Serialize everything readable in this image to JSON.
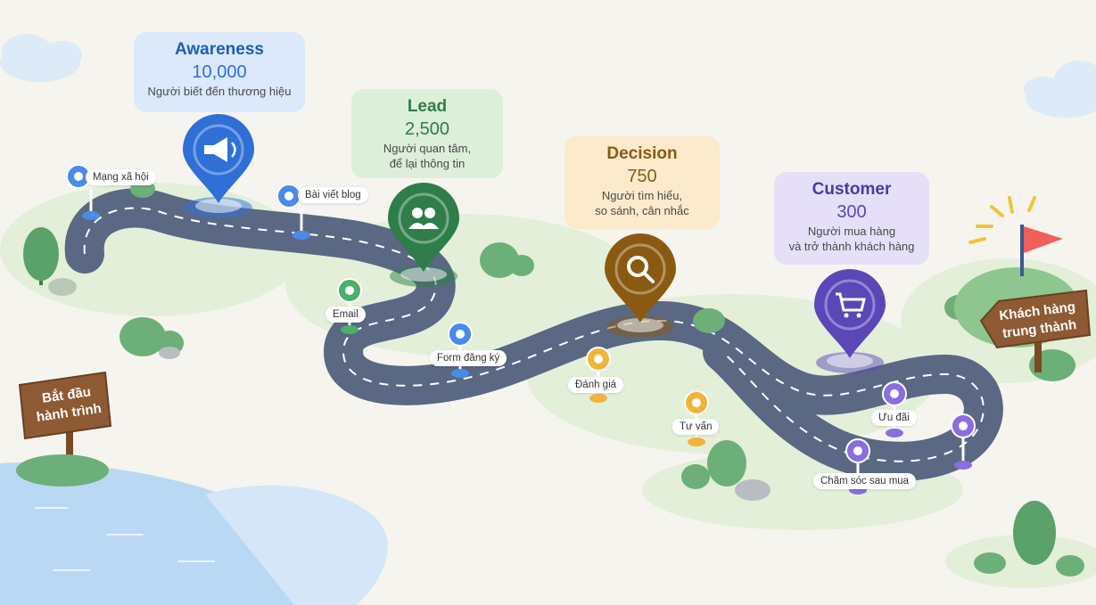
{
  "stages": [
    {
      "title": "Awareness",
      "value": "10,000",
      "desc": [
        "Người biết đến thương hiệu"
      ],
      "color": "#2f6fd6",
      "bg": "#dbe9fb",
      "icon": "megaphone-icon"
    },
    {
      "title": "Lead",
      "value": "2,500",
      "desc": [
        "Người quan tâm,",
        "để lại thông tin"
      ],
      "color": "#2e7d4a",
      "bg": "#dcefd9",
      "icon": "users-icon"
    },
    {
      "title": "Decision",
      "value": "750",
      "desc": [
        "Người tìm hiểu,",
        "so sánh, cân nhắc"
      ],
      "color": "#8a5a12",
      "bg": "#fbeacb",
      "icon": "search-icon"
    },
    {
      "title": "Customer",
      "value": "300",
      "desc": [
        "Người mua hàng",
        "và trở thành khách hàng"
      ],
      "color": "#5b47b8",
      "bg": "#e5e0f7",
      "icon": "cart-icon"
    }
  ],
  "touchpoints": [
    {
      "label": "Mạng xã hội",
      "icon": "social-group-icon"
    },
    {
      "label": "Bài viết blog",
      "icon": "document-icon"
    },
    {
      "label": "Email",
      "icon": "email-icon"
    },
    {
      "label": "Form đăng ký",
      "icon": "form-icon"
    },
    {
      "label": "Đánh giá",
      "icon": "star-icon"
    },
    {
      "label": "Tư vấn",
      "icon": "chat-icon"
    },
    {
      "label": "Ưu đãi",
      "icon": "heart-icon"
    },
    {
      "label": "Chăm sóc sau mua",
      "icon": "user-support-icon"
    }
  ],
  "signs": {
    "start": [
      "Bắt đầu",
      "hành trình"
    ],
    "end": [
      "Khách hàng",
      "trung thành"
    ]
  }
}
